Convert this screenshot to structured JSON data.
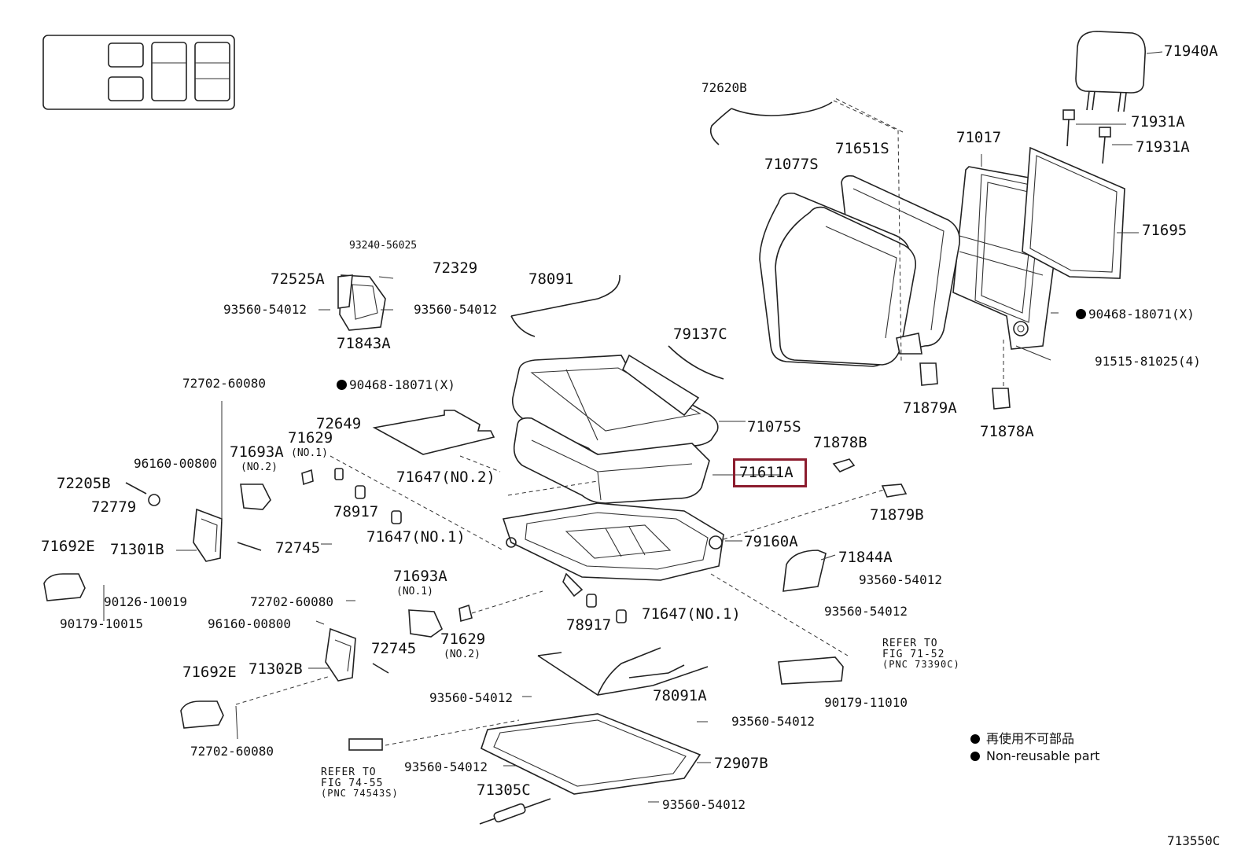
{
  "labels": {
    "p71940A": "71940A",
    "p72620B": "72620B",
    "p71931A_1": "71931A",
    "p71931A_2": "71931A",
    "p71017": "71017",
    "p71651S": "71651S",
    "p71077S": "71077S",
    "p71695": "71695",
    "p90468_top": "90468-18071(X)",
    "p91515": "91515-81025(4)",
    "p71879A": "71879A",
    "p71878A": "71878A",
    "p93240": "93240-56025",
    "p72329": "72329",
    "p72525A": "72525A",
    "p78091": "78091",
    "p93560_a": "93560-54012",
    "p93560_b": "93560-54012",
    "p71843A": "71843A",
    "p79137C": "79137C",
    "p72702_a": "72702-60080",
    "p90468_mid": "90468-18071(X)",
    "p71075S": "71075S",
    "p72649": "72649",
    "p71629_1": "71629",
    "p71629_1_sub": "(NO.1)",
    "p71693A_2": "71693A",
    "p71693A_2_sub": "(NO.2)",
    "p96160_a": "96160-00800",
    "p71878B": "71878B",
    "p71611A": "71611A",
    "p72205B": "72205B",
    "p71647_2": "71647(NO.2)",
    "p72779": "72779",
    "p78917_a": "78917",
    "p71879B": "71879B",
    "p71647_1a": "71647(NO.1)",
    "p71692E_a": "71692E",
    "p71301B": "71301B",
    "p72745_a": "72745",
    "p79160A": "79160A",
    "p71844A": "71844A",
    "p71693A_1": "71693A",
    "p71693A_1_sub": "(NO.1)",
    "p93560_c": "93560-54012",
    "p90126": "90126-10019",
    "p72702_b": "72702-60080",
    "p93560_d": "93560-54012",
    "p90179_a": "90179-10015",
    "p96160_b": "96160-00800",
    "p78917_b": "78917",
    "p71647_1b": "71647(NO.1)",
    "p71629_2": "71629",
    "p71629_2_sub": "(NO.2)",
    "p72745_b": "72745",
    "p71692E_b": "71692E",
    "p71302B": "71302B",
    "p78091A": "78091A",
    "p90179_b": "90179-11010",
    "p93560_e": "93560-54012",
    "p93560_f": "93560-54012",
    "p72702_c": "72702-60080",
    "p93560_g": "93560-54012",
    "p72907B": "72907B",
    "p71305C": "71305C",
    "p93560_h": "93560-54012"
  },
  "refers": {
    "fig7152_l1": "REFER TO",
    "fig7152_l2": "FIG 71-52",
    "fig7152_l3": "(PNC 73390C)",
    "fig7455_l1": "REFER TO",
    "fig7455_l2": "FIG 74-55",
    "fig7455_l3": "(PNC 74543S)"
  },
  "legend": {
    "line1": "再使用不可部品",
    "line2": "Non-reusable part"
  },
  "diagram_code": "713550C",
  "highlighted_part": "71611A",
  "colors": {
    "highlight": "#8c1c2e",
    "ink": "#111111"
  },
  "icons": {
    "non_reusable_marker": "filled-circle-icon",
    "seat_layout": "seat-layout-thumbnail-icon"
  }
}
